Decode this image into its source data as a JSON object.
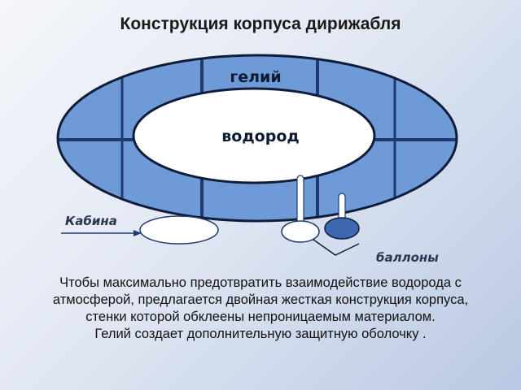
{
  "title": "Конструкция корпуса дирижабля",
  "diagram": {
    "helium_label": "гелий",
    "hydrogen_label": "водород",
    "cabin_label": "Кабина",
    "cylinders_label": "баллоны"
  },
  "caption_lines": [
    "Чтобы максимально предотвратить взаимодействие водорода с",
    "атмосферой, предлагается двойная жесткая конструкция корпуса,",
    "стенки которой обклеены непроницаемым материалом.",
    "Гелий создает дополнительную защитную оболочку ."
  ],
  "colors": {
    "outer_envelope": "#6f9ad8",
    "inner_envelope": "#ffffff",
    "frame": "#0f1d3a",
    "cylinder_dark": "#3d68b0"
  }
}
